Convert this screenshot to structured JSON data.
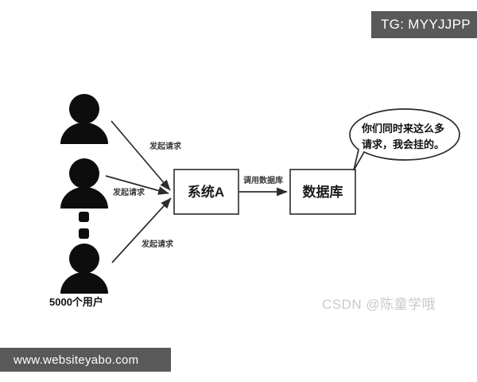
{
  "badges": {
    "tg": "TG: MYYJJPP",
    "site": "www.websiteyabo.com"
  },
  "watermark": {
    "csdn": "CSDN @陈童学哦"
  },
  "diagram": {
    "users_label": "5000个用户",
    "request_labels": [
      "发起请求",
      "发起请求",
      "发起请求"
    ],
    "nodes": [
      {
        "id": "system-a",
        "label": "系统A"
      },
      {
        "id": "database",
        "label": "数据库"
      }
    ],
    "db_call_label": "调用数据库",
    "speech_bubble": {
      "line1": "你们同时来这么多",
      "line2": "请求，我会挂的。"
    }
  },
  "colors": {
    "badge_bg": "#595959",
    "badge_text": "#ffffff",
    "stroke": "#2b2b2b",
    "person": "#0d0d0d",
    "watermark": "#c9c9c9",
    "background": "#ffffff"
  }
}
